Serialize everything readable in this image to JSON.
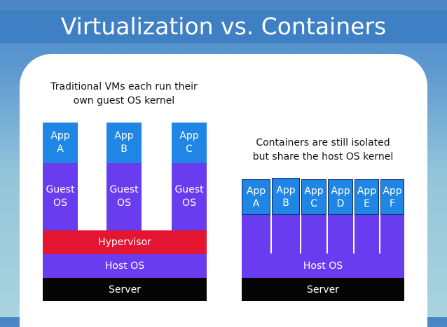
{
  "title": "Virtualization vs. Containers",
  "vm": {
    "caption_line1": "Traditional VMs each run their",
    "caption_line2": "own guest OS kernel",
    "stacks": [
      {
        "app_line1": "App",
        "app_line2": "A",
        "os_line1": "Guest",
        "os_line2": "OS"
      },
      {
        "app_line1": "App",
        "app_line2": "B",
        "os_line1": "Guest",
        "os_line2": "OS"
      },
      {
        "app_line1": "App",
        "app_line2": "C",
        "os_line1": "Guest",
        "os_line2": "OS"
      }
    ],
    "hypervisor": "Hypervisor",
    "host_os": "Host OS",
    "server": "Server"
  },
  "containers": {
    "caption_line1": "Containers are still isolated",
    "caption_line2": "but share the host OS kernel",
    "apps": [
      {
        "line1": "App",
        "line2": "A"
      },
      {
        "line1": "App",
        "line2": "B"
      },
      {
        "line1": "App",
        "line2": "C"
      },
      {
        "line1": "App",
        "line2": "D"
      },
      {
        "line1": "App",
        "line2": "E"
      },
      {
        "line1": "App",
        "line2": "F"
      }
    ],
    "host_os": "Host OS",
    "server": "Server"
  },
  "colors": {
    "app": "#1f86e6",
    "os": "#6a3cf0",
    "hypervisor": "#e31531",
    "server": "#050505",
    "banner": "#3f7fc4"
  }
}
